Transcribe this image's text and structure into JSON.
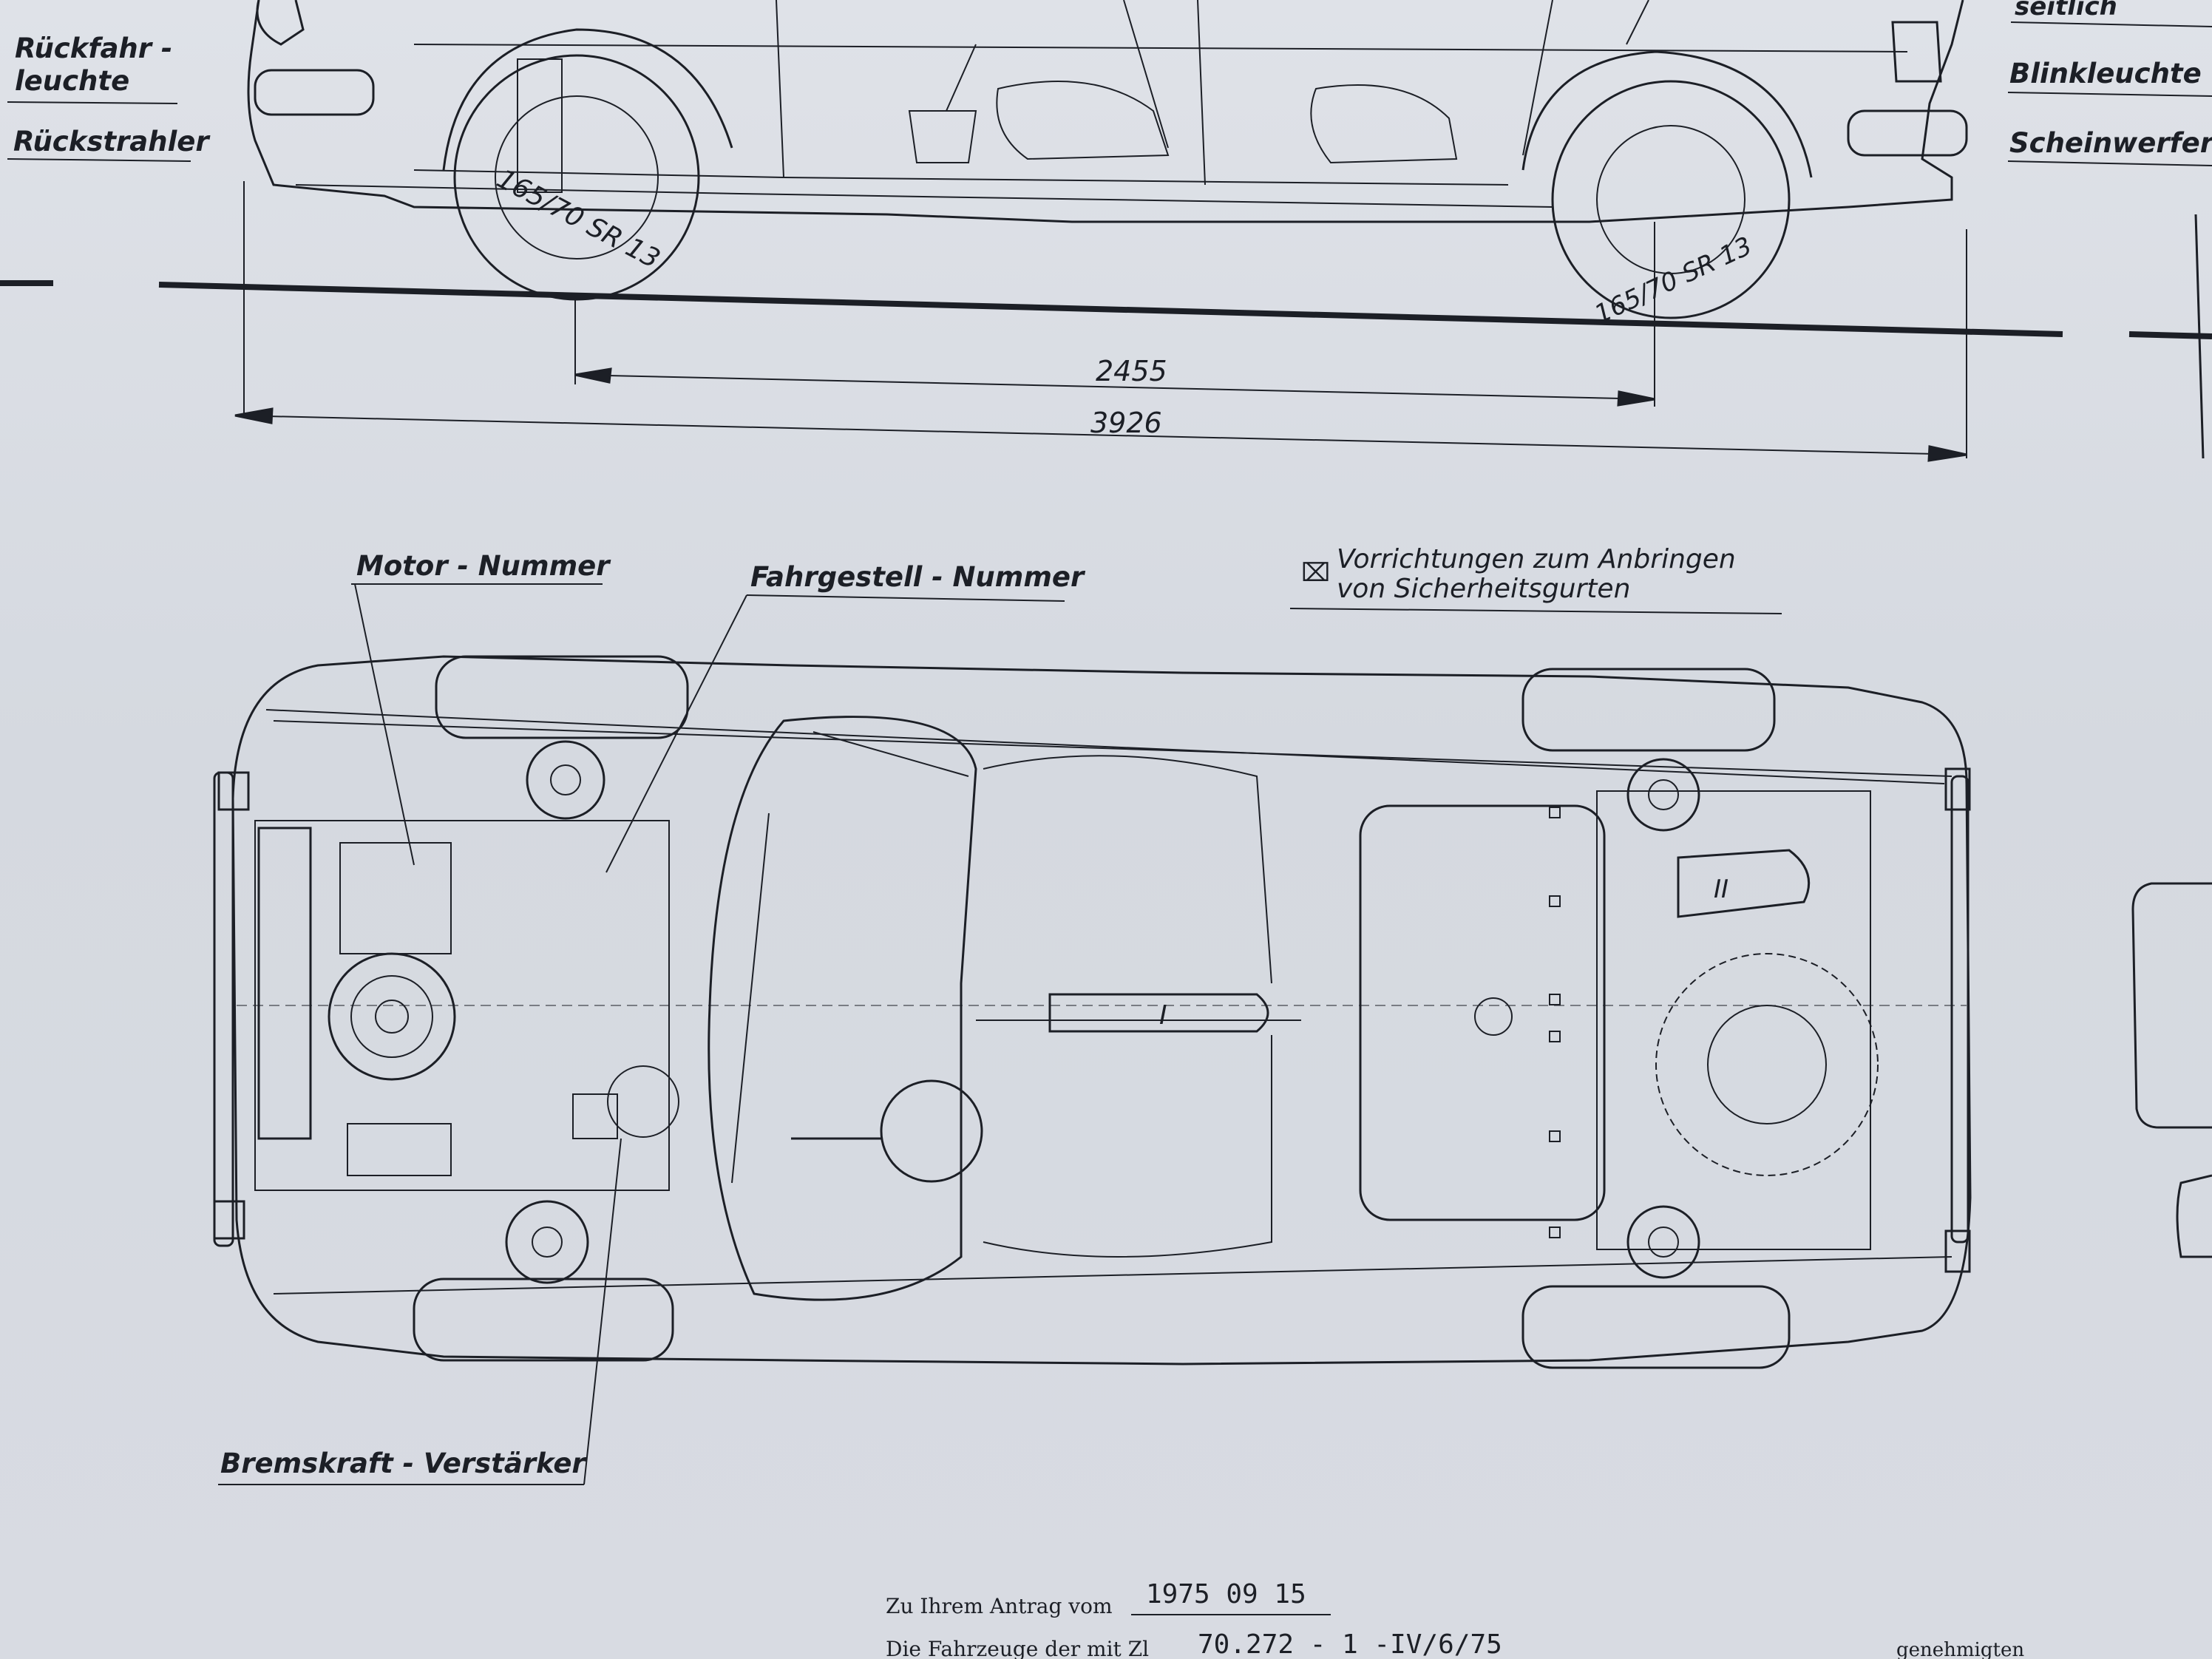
{
  "side_view": {
    "labels": {
      "rueckfahr_line1": "Rückfahr -",
      "rueckfahr_line2": "leuchte",
      "rueckstrahler": "Rückstrahler",
      "seitlich": "seitlich",
      "blinkleuchte": "Blinkleuchte",
      "scheinwerfer": "Scheinwerfer"
    },
    "tire_size": "165/70 SR 13",
    "wheelbase": "2455",
    "overall_length": "3926"
  },
  "top_view": {
    "labels": {
      "motor_nummer": "Motor - Nummer",
      "fahrgestell_nummer": "Fahrgestell - Nummer",
      "gurte_line1": "Vorrichtungen  zum  Anbringen",
      "gurte_line2": "von  Sicherheitsgurten",
      "gurte_symbol": "⌧",
      "bremskraft": "Bremskraft - Verstärker",
      "tank_main": "I",
      "tank_aux": "II"
    }
  },
  "footer": {
    "antrag_label": "Zu Ihrem Antrag vom",
    "antrag_date": "1975 09 15",
    "fahrzeuge_label": "Die Fahrzeuge der mit Zl",
    "ref_number": "70.272 - 1 -IV/6/75",
    "genehmigten": "genehmigten"
  },
  "colors": {
    "paper": "#d9dde4",
    "ink": "#1c1f26"
  }
}
